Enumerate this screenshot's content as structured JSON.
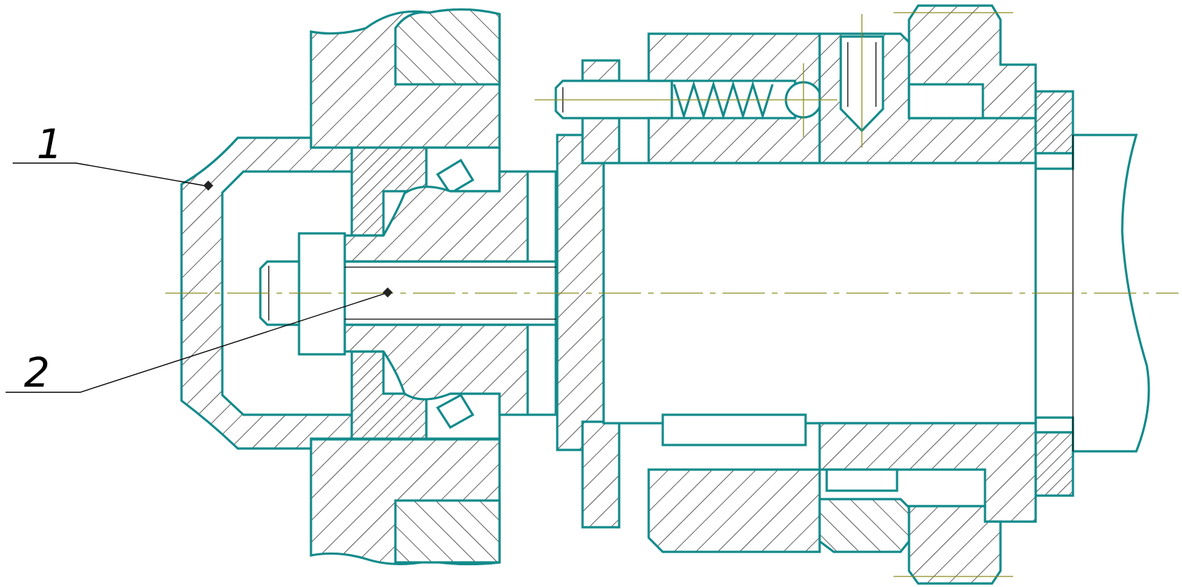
{
  "callouts": [
    {
      "id": "1",
      "label": "1"
    },
    {
      "id": "2",
      "label": "2"
    }
  ],
  "colors": {
    "outline": "#138a8a",
    "hatch": "#000000",
    "centerline": "#8a8a1e",
    "background": "#ffffff"
  }
}
